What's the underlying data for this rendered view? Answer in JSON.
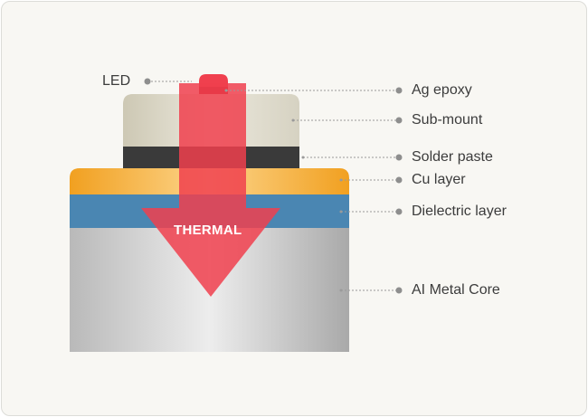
{
  "diagram": {
    "arrow_label": "THERMAL",
    "labels": {
      "led": "LED",
      "ag_epoxy": "Ag epoxy",
      "sub_mount": "Sub-mount",
      "solder_paste": "Solder paste",
      "cu_layer": "Cu layer",
      "dielectric_layer": "Dielectric layer",
      "metal_core": "AI Metal Core"
    },
    "colors": {
      "background": "#f8f7f3",
      "sub_mount": "#d8d4c4",
      "solder_paste": "#3a3a3a",
      "cu_layer": "#f2a226",
      "dielectric_layer": "#4a86b2",
      "metal_core": "#c9c9c9",
      "thermal_arrow": "#f0404e",
      "leader_lines": "#9a9a9a"
    }
  }
}
